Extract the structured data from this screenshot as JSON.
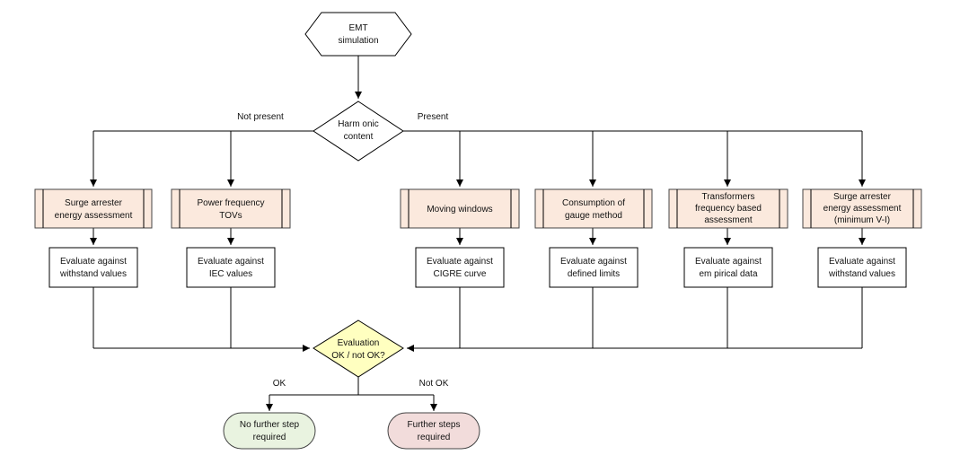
{
  "start": {
    "lines": [
      "EMT",
      "simulation"
    ]
  },
  "harmonic": {
    "lines": [
      "Harm onic",
      "content"
    ],
    "not_present_label": "Not present",
    "present_label": "Present"
  },
  "branches": [
    {
      "process": [
        "Surge arrester",
        "energy assessment"
      ],
      "evaluate": [
        "Evaluate against",
        "withstand values"
      ]
    },
    {
      "process": [
        "Power frequency",
        "TOVs"
      ],
      "evaluate": [
        "Evaluate against",
        "IEC values"
      ]
    },
    {
      "process": [
        "Moving windows"
      ],
      "evaluate": [
        "Evaluate against",
        "CIGRE curve"
      ]
    },
    {
      "process": [
        "Consumption of",
        "gauge method"
      ],
      "evaluate": [
        "Evaluate against",
        "defined limits"
      ]
    },
    {
      "process": [
        "Transformers",
        "frequency based",
        "assessment"
      ],
      "evaluate": [
        "Evaluate against",
        "em pirical data"
      ]
    },
    {
      "process": [
        "Surge arrester",
        "energy assessment",
        "(minimum V-I)"
      ],
      "evaluate": [
        "Evaluate against",
        "withstand values"
      ]
    }
  ],
  "decision": {
    "lines": [
      "Evaluation",
      "OK / not OK?"
    ],
    "ok_label": "OK",
    "not_ok_label": "Not OK"
  },
  "outcomes": {
    "ok": {
      "lines": [
        "No further step",
        "required"
      ]
    },
    "not_ok": {
      "lines": [
        "Further steps",
        "required"
      ]
    }
  },
  "colors": {
    "process_fill": "#fbe9dd",
    "decision_fill": "#ffffc0",
    "ok_fill": "#e9f3e0",
    "not_ok_fill": "#f2dcdb"
  }
}
